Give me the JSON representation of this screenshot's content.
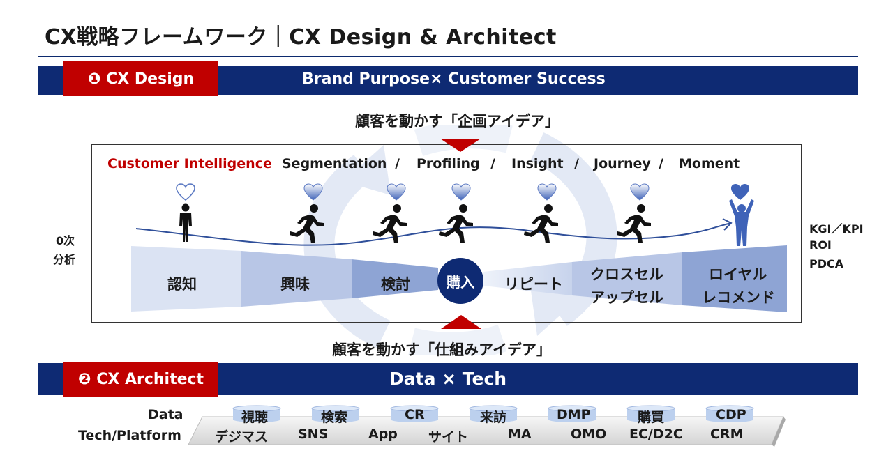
{
  "title": "CX戦略フレームワーク｜CX Design & Architect",
  "section1": {
    "tag": "❶ CX Design",
    "band_text": "Brand Purpose× Customer Success"
  },
  "idea_top": "顧客を動かす「企画アイデア」",
  "idea_bottom": "顧客を動かす「仕組みアイデア」",
  "intelligence": {
    "label": "Customer Intelligence",
    "items": [
      "Segmentation",
      "Profiling",
      "Insight",
      "Journey",
      "Moment"
    ],
    "separator": "/"
  },
  "left_label": [
    "0次",
    "分析"
  ],
  "right_labels": [
    "KGI／KPI",
    "ROI",
    "PDCA"
  ],
  "stages": {
    "awareness": "認知",
    "interest": "興味",
    "consideration": "検討",
    "purchase": "購入",
    "repeat": "リピート",
    "cross_sell": [
      "クロスセル",
      "アップセル"
    ],
    "loyalty": [
      "ロイヤル",
      "レコメンド"
    ]
  },
  "section2": {
    "tag": "❷ CX Architect",
    "band_text": "Data × Tech"
  },
  "data_label": "Data",
  "platform_label": "Tech/Platform",
  "data_items": [
    "視聴",
    "検索",
    "CR",
    "来訪",
    "DMP",
    "購買",
    "CDP"
  ],
  "platform_items": [
    "デジマス",
    "SNS",
    "App",
    "サイト",
    "MA",
    "OMO",
    "EC/D2C",
    "CRM"
  ],
  "colors": {
    "navy": "#0e2a73",
    "red": "#c00000",
    "funnel_light": "#dbe3f3",
    "funnel_mid": "#b8c6e6",
    "funnel_dark": "#8ea4d4",
    "heart_blue": "#3f63b8"
  },
  "icons": [
    "heart-outline-icon",
    "heart-gradient-icon",
    "standing-person-icon",
    "running-person-icon",
    "cheering-person-icon",
    "cycle-arrows-icon",
    "triangle-down-icon",
    "triangle-up-icon"
  ]
}
